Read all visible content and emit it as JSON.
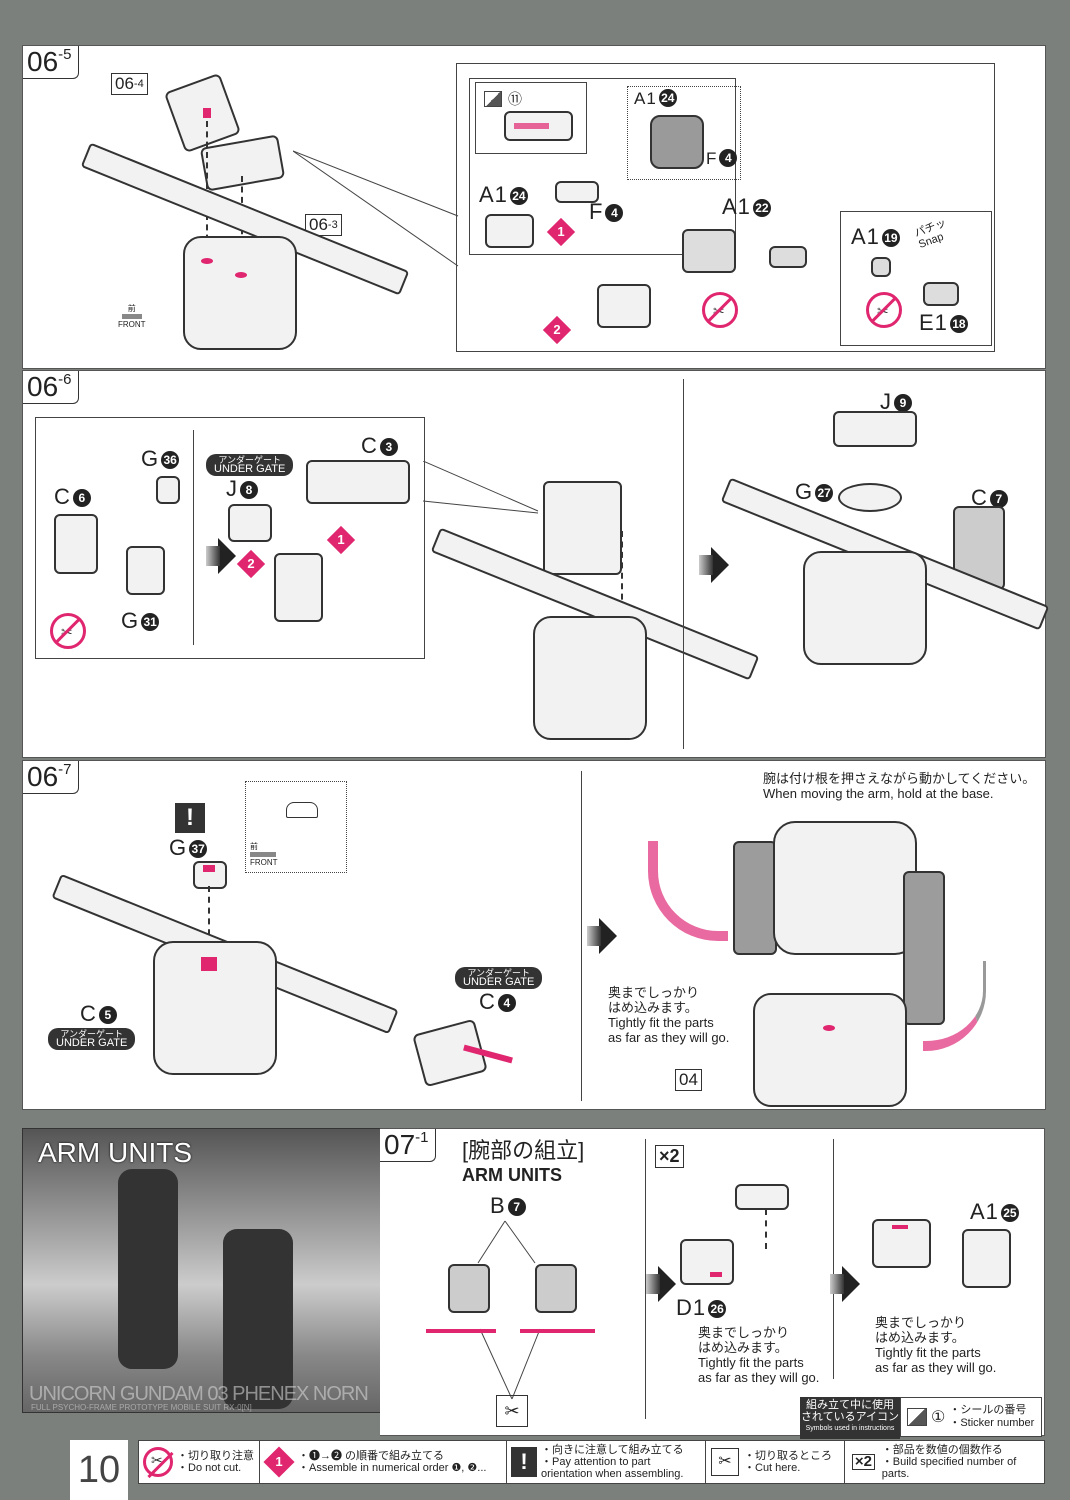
{
  "page_number": "10",
  "colors": {
    "accent": "#e0266f",
    "background": "#7b807d",
    "ink": "#222222"
  },
  "step_06_5": {
    "tag": "06",
    "sub": "-5",
    "refs": [
      {
        "main": "06",
        "sub": "-4"
      },
      {
        "main": "06",
        "sub": "-3"
      }
    ],
    "front_label": "FRONT",
    "front_jp": "前",
    "detail": {
      "sticker_number": "⑪",
      "parts": {
        "a1_24_top": {
          "letter": "A1",
          "num": "24"
        },
        "f4_top": {
          "letter": "F",
          "num": "4"
        },
        "a1_24": {
          "letter": "A1",
          "num": "24"
        },
        "f4": {
          "letter": "F",
          "num": "4"
        },
        "a1_22": {
          "letter": "A1",
          "num": "22"
        },
        "a1_19": {
          "letter": "A1",
          "num": "19"
        },
        "e1_18": {
          "letter": "E1",
          "num": "18"
        }
      },
      "order": [
        "1",
        "2"
      ],
      "snap_jp": "パチッ",
      "snap_en": "Snap"
    }
  },
  "step_06_6": {
    "tag": "06",
    "sub": "-6",
    "parts": {
      "g36": {
        "letter": "G",
        "num": "36"
      },
      "c6": {
        "letter": "C",
        "num": "6"
      },
      "g31": {
        "letter": "G",
        "num": "31"
      },
      "j8": {
        "letter": "J",
        "num": "8"
      },
      "c3": {
        "letter": "C",
        "num": "3"
      },
      "j9": {
        "letter": "J",
        "num": "9"
      },
      "g27": {
        "letter": "G",
        "num": "27"
      },
      "c7": {
        "letter": "C",
        "num": "7"
      }
    },
    "under_gate": {
      "jp": "アンダーゲート",
      "en": "UNDER GATE"
    },
    "order": [
      "1",
      "2"
    ]
  },
  "step_06_7": {
    "tag": "06",
    "sub": "-7",
    "parts": {
      "g37": {
        "letter": "G",
        "num": "37"
      },
      "c5": {
        "letter": "C",
        "num": "5"
      },
      "c4": {
        "letter": "C",
        "num": "4"
      }
    },
    "under_gate": {
      "jp": "アンダーゲート",
      "en": "UNDER GATE"
    },
    "front_label": "FRONT",
    "front_jp": "前",
    "arm_note_jp": "腕は付け根を押さえながら動かしてください。",
    "arm_note_en": "When moving the arm, hold at the base.",
    "fit_note_jp": [
      "奥までしっかり",
      "はめ込みます。"
    ],
    "fit_note_en": [
      "Tightly fit the parts",
      "as far as they will go."
    ],
    "ref": "04"
  },
  "arm_units_banner": {
    "title": "ARM UNITS",
    "subtitle": "UNICORN GUNDAM 03 PHENEX NORN",
    "subtitle2": "FULL PSYCHO-FRAME PROTOTYPE MOBILE SUIT RX-0[N]"
  },
  "step_07_1": {
    "tag": "07",
    "sub": "-1",
    "title_jp": "[腕部の組立]",
    "title_en": "ARM UNITS",
    "b7": {
      "letter": "B",
      "num": "7"
    },
    "multiplier": "×2",
    "d1_26": {
      "letter": "D1",
      "num": "26"
    },
    "a1_25": {
      "letter": "A1",
      "num": "25"
    },
    "fit_note_jp": [
      "奥までしっかり",
      "はめ込みます。"
    ],
    "fit_note_en": [
      "Tightly fit the parts",
      "as far as they will go."
    ]
  },
  "symbols": {
    "header_jp_1": "組み立て中に使用",
    "header_jp_2": "されているアイコン",
    "header_en": "Symbols used in instructions",
    "sticker": {
      "num": "①",
      "jp": "・シールの番号",
      "en": "・Sticker number"
    },
    "items": [
      {
        "icon": "no-cut-icon",
        "jp": "・切り取り注意",
        "en": "・Do not cut."
      },
      {
        "icon": "order-diamond-icon",
        "glyph": "1",
        "jp": "・❶→❷ の順番で組み立てる",
        "en": "・Assemble in numerical order ❶, ❷..."
      },
      {
        "icon": "exclamation-icon",
        "glyph": "!",
        "jp": "・向きに注意して組み立てる",
        "en": "・Pay attention to part orientation when assembling."
      },
      {
        "icon": "nipper-icon",
        "jp": "・切り取るところ",
        "en": "・Cut here."
      },
      {
        "icon": "multiplier-icon",
        "glyph": "×2",
        "jp": "・部品を数値の個数作る",
        "en": "・Build specified number of parts."
      }
    ]
  }
}
